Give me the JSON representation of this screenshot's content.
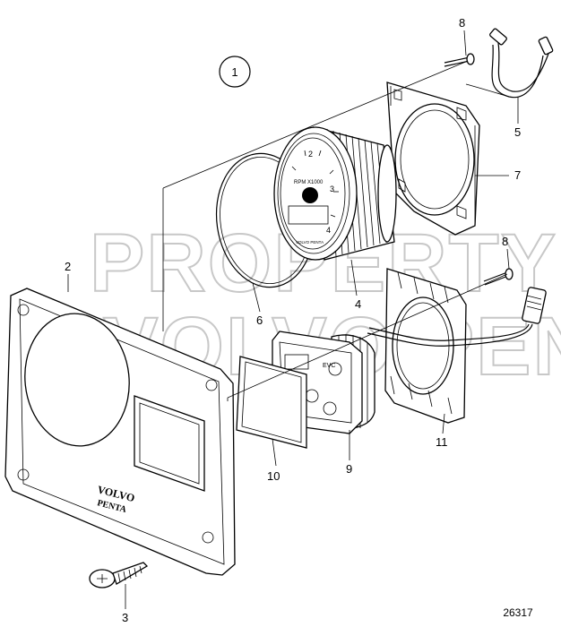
{
  "watermark": {
    "line1": "PROPERTY OF",
    "line2": "VOLVO PENTA"
  },
  "assembly_number": "1",
  "drawing_number": "26317",
  "callouts": {
    "panel": "2",
    "screw": "3",
    "tachometer": "4",
    "harness": "5",
    "o_ring": "6",
    "bracket_large": "7",
    "bolt_top": "8",
    "bolt_mid": "8",
    "display": "9",
    "gasket": "10",
    "bracket_small": "11"
  },
  "labels": {
    "gauge_unit": "RPM X1000",
    "gauge_tick_2": "2",
    "gauge_tick_3": "3",
    "gauge_tick_4": "4",
    "gauge_brand": "VOLVO PENTA",
    "panel_brand_1": "VOLVO",
    "panel_brand_2": "PENTA",
    "display_brand": "EVC"
  }
}
